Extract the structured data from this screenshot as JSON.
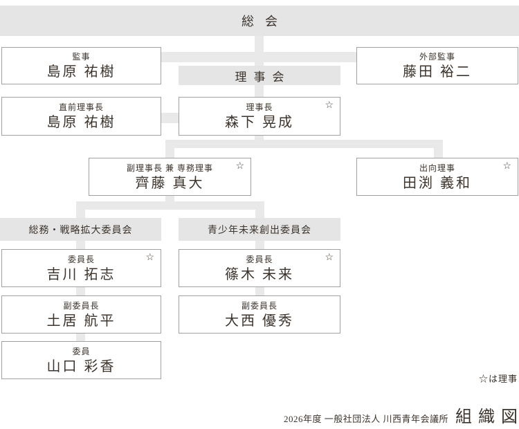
{
  "org": {
    "assembly": {
      "label": "総会"
    },
    "board": {
      "label": "理事会"
    },
    "star_glyph": "☆",
    "star_note": "☆は理事",
    "footer": {
      "prefix": "2026年度 一般社団法人 川西青年会議所",
      "title": "組織図"
    },
    "boxes": {
      "auditor": {
        "title": "監事",
        "name": "島原 祐樹"
      },
      "external_auditor": {
        "title": "外部監事",
        "name": "藤田 裕二"
      },
      "immediate_past_president": {
        "title": "直前理事長",
        "name": "島原 祐樹"
      },
      "president": {
        "title": "理事長",
        "name": "森下 晃成"
      },
      "vice_president": {
        "title": "副理事長 兼 専務理事",
        "name": "齊藤 真大"
      },
      "seconded_director": {
        "title": "出向理事",
        "name": "田渕 義和"
      },
      "chair_general_affairs": {
        "title": "委員長",
        "name": "吉川 拓志"
      },
      "chair_youth_future": {
        "title": "委員長",
        "name": "篠木 未来"
      },
      "vice_chair_general_affairs": {
        "title": "副委員長",
        "name": "土居 航平"
      },
      "vice_chair_youth_future": {
        "title": "副委員長",
        "name": "大西 優秀"
      },
      "member_general_affairs": {
        "title": "委員",
        "name": "山口 彩香"
      }
    },
    "committees": {
      "general_affairs": {
        "label": "総務・戦略拡大委員会"
      },
      "youth_future": {
        "label": "青少年未来創出委員会"
      }
    },
    "colors": {
      "panel_gray": "#e5e5e5",
      "connector_gray": "#e9e9e9",
      "box_border": "#a0a0a0",
      "text": "#3b332c"
    }
  }
}
